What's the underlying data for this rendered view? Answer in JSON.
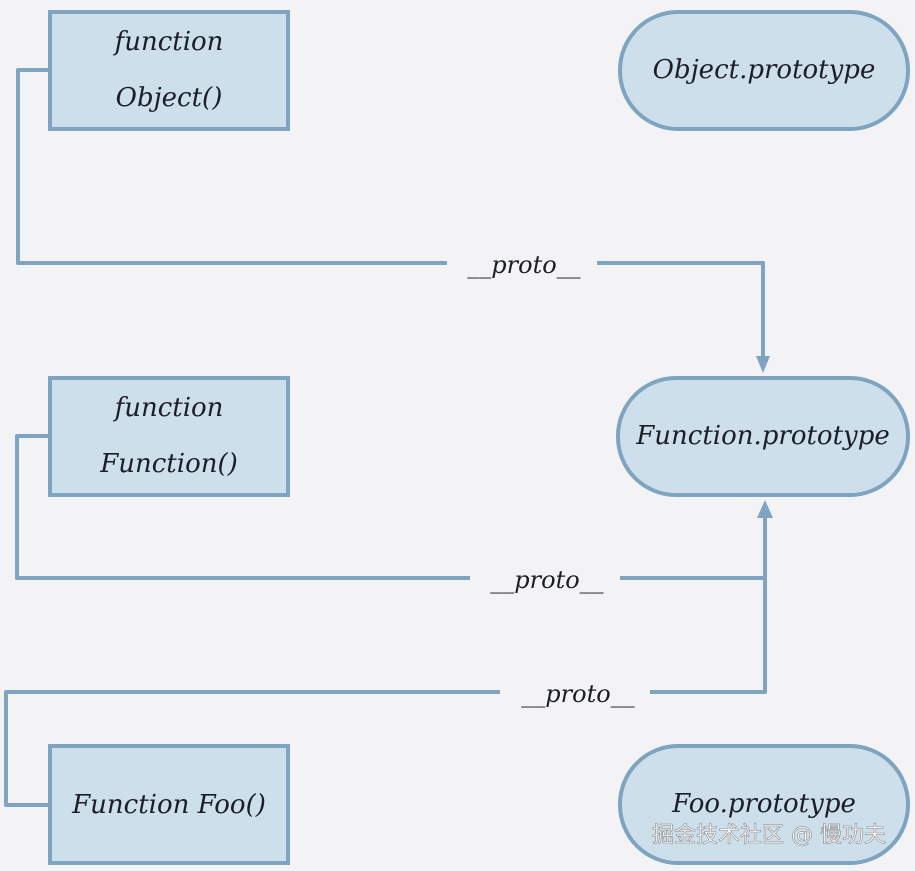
{
  "colors": {
    "background": "#f3f3f6",
    "node_fill": "#cddfeb",
    "node_stroke": "#7fa4c0",
    "edge_stroke": "#7fa4c0",
    "text": "#1b1e27",
    "watermark": "#ffffff"
  },
  "nodes": {
    "object_fn": {
      "line1": "function",
      "line2": "Object()"
    },
    "object_proto": {
      "label": "Object.prototype"
    },
    "function_fn": {
      "line1": "function",
      "line2": "Function()"
    },
    "function_proto": {
      "label": "Function.prototype"
    },
    "foo_fn": {
      "label": "Function Foo()"
    },
    "foo_proto": {
      "label": "Foo.prototype"
    }
  },
  "edges": {
    "object_to_function_proto": {
      "label": "__proto__"
    },
    "function_to_function_proto": {
      "label": "__proto__"
    },
    "foo_to_function_proto": {
      "label": "__proto__"
    }
  },
  "watermark": {
    "text": "掘金技术社区 @ 慢功夫"
  }
}
